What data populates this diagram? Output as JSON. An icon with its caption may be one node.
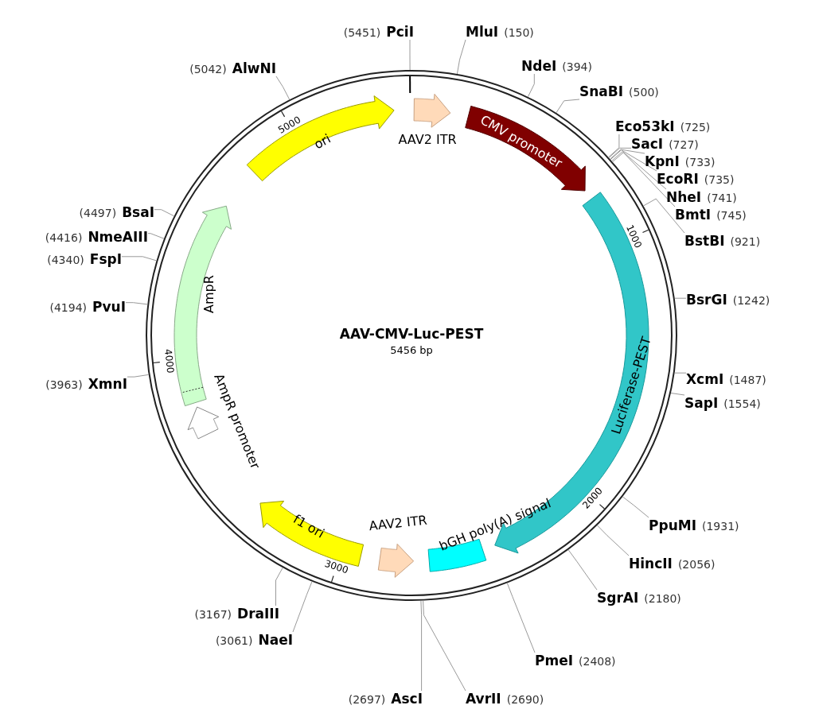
{
  "diagram": {
    "title": "AAV-CMV-Luc-PEST",
    "nodes": [
      {
        "text": [
          "PciI"
        ],
        "beside": [
          "(5451)"
        ]
      },
      {
        "text": [
          "MluI"
        ],
        "beside": [
          "(150)"
        ]
      },
      {
        "text": [
          "NdeI"
        ],
        "beside": [
          "(394)"
        ]
      },
      {
        "text": [
          "SnaBI"
        ],
        "beside": [
          "(500)"
        ]
      },
      {
        "text": [
          "Eco53kI"
        ],
        "beside": [
          "(725)"
        ]
      },
      {
        "text": [
          "SacI"
        ],
        "beside": [
          "(727)"
        ]
      },
      {
        "text": [
          "KpnI"
        ],
        "beside": [
          "(733)"
        ]
      },
      {
        "text": [
          "EcoRI"
        ],
        "beside": [
          "(735)"
        ]
      },
      {
        "text": [
          "NheI"
        ],
        "beside": [
          "(741)"
        ]
      },
      {
        "text": [
          "BmtI"
        ],
        "beside": [
          "(745)"
        ]
      },
      {
        "text": [
          "BstBI"
        ],
        "beside": [
          "(921)"
        ]
      },
      {
        "text": [
          "BsrGI"
        ],
        "beside": [
          "(1242)"
        ]
      },
      {
        "text": [
          "XcmI"
        ],
        "beside": [
          "(1487)"
        ]
      },
      {
        "text": [
          "SapI"
        ],
        "beside": [
          "(1554)"
        ]
      },
      {
        "text": [
          "PpuMI"
        ],
        "beside": [
          "(1931)"
        ]
      },
      {
        "text": [
          "HincII"
        ],
        "beside": [
          "(2056)"
        ]
      },
      {
        "text": [
          "SgrAI"
        ],
        "beside": [
          "(2180)"
        ]
      },
      {
        "text": [
          "PmeI"
        ],
        "beside": [
          "(2408)"
        ]
      },
      {
        "text": [
          "AvrII"
        ],
        "beside": [
          "(2690)"
        ]
      },
      {
        "text": [
          "AscI"
        ],
        "beside": [
          "(2697)"
        ]
      },
      {
        "text": [
          "NaeI"
        ],
        "beside": [
          "(3061)"
        ]
      },
      {
        "text": [
          "DraIII"
        ],
        "beside": [
          "(3167)"
        ]
      },
      {
        "text": [
          "XmnI"
        ],
        "beside": [
          "(3963)"
        ]
      },
      {
        "text": [
          "PvuI"
        ],
        "beside": [
          "(4194)"
        ]
      },
      {
        "text": [
          "FspI"
        ],
        "beside": [
          "(4340)"
        ]
      },
      {
        "text": [
          "NmeAIII"
        ],
        "beside": [
          "(4416)"
        ]
      },
      {
        "text": [
          "BsaI"
        ],
        "beside": [
          "(4497)"
        ]
      },
      {
        "text": [
          "AlwNI"
        ],
        "beside": [
          "(5042)"
        ]
      },
      {
        "text": [
          "ori"
        ]
      },
      {
        "text": [
          "AAV2 ITR"
        ]
      },
      {
        "text": [
          "CMV promoter"
        ]
      },
      {
        "text": [
          "Luciferase-PEST"
        ]
      },
      {
        "text": [
          "bGH poly(A) signal"
        ]
      },
      {
        "text": [
          "AAV2 ITR"
        ]
      },
      {
        "text": [
          "f1 ori"
        ]
      },
      {
        "text": [
          "AmpR"
        ]
      },
      {
        "text": [
          "AmpR promoter"
        ]
      }
    ],
    "edges": [
      {
        "from": 0,
        "to": null,
        "arrow": "none"
      },
      {
        "from": 1,
        "to": null,
        "arrow": "none"
      },
      {
        "from": 2,
        "to": null,
        "arrow": "none"
      },
      {
        "from": 3,
        "to": null,
        "arrow": "none"
      },
      {
        "from": 4,
        "to": null,
        "arrow": "none"
      },
      {
        "from": 5,
        "to": null,
        "arrow": "none"
      },
      {
        "from": 6,
        "to": null,
        "arrow": "none"
      },
      {
        "from": 7,
        "to": null,
        "arrow": "none"
      },
      {
        "from": 8,
        "to": null,
        "arrow": "none"
      },
      {
        "from": 9,
        "to": null,
        "arrow": "none"
      },
      {
        "from": 10,
        "to": null,
        "arrow": "none"
      },
      {
        "from": 11,
        "to": null,
        "arrow": "none"
      },
      {
        "from": 12,
        "to": null,
        "arrow": "none"
      },
      {
        "from": 13,
        "to": null,
        "arrow": "none"
      },
      {
        "from": 14,
        "to": null,
        "arrow": "none"
      },
      {
        "from": 15,
        "to": null,
        "arrow": "none"
      },
      {
        "from": 16,
        "to": null,
        "arrow": "none"
      },
      {
        "from": 17,
        "to": null,
        "arrow": "none"
      },
      {
        "from": 18,
        "to": null,
        "arrow": "none"
      },
      {
        "from": 19,
        "to": null,
        "arrow": "none"
      },
      {
        "from": 20,
        "to": null,
        "arrow": "none"
      },
      {
        "from": 21,
        "to": null,
        "arrow": "none"
      },
      {
        "from": 22,
        "to": null,
        "arrow": "none"
      },
      {
        "from": 23,
        "to": null,
        "arrow": "none"
      },
      {
        "from": 24,
        "to": null,
        "arrow": "none"
      },
      {
        "from": 25,
        "to": null,
        "arrow": "none"
      },
      {
        "from": 26,
        "to": null,
        "arrow": "none"
      },
      {
        "from": 27,
        "to": null,
        "arrow": "none"
      }
    ],
    "labels": [
      "5000",
      "1000",
      "5456 bp",
      "4000",
      "2000",
      "3000"
    ]
  }
}
